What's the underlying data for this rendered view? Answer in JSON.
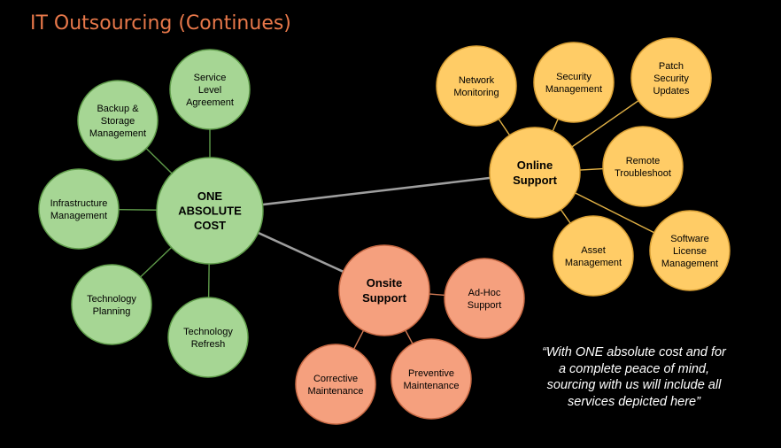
{
  "title": "IT Outsourcing (Continues)",
  "quote_lines": [
    "“With ONE absolute cost and for",
    "a complete peace of mind,",
    "sourcing with us will include all",
    "services depicted here”"
  ],
  "colors": {
    "green_fill": "#a6d694",
    "green_stroke": "#5f9c4a",
    "orange_fill": "#ffcc66",
    "orange_stroke": "#d9a035",
    "salmon_fill": "#f5a07e",
    "salmon_stroke": "#c86a45",
    "title": "#e8784a"
  },
  "nodes": {
    "one_cost": {
      "lines": [
        "ONE",
        "ABSOLUTE",
        "COST"
      ],
      "group": "green"
    },
    "service_level": {
      "lines": [
        "Service",
        "Level",
        "Agreement"
      ],
      "group": "green"
    },
    "backup": {
      "lines": [
        "Backup &",
        "Storage",
        "Management"
      ],
      "group": "green"
    },
    "infrastructure": {
      "lines": [
        "Infrastructure",
        "Management"
      ],
      "group": "green"
    },
    "tech_planning": {
      "lines": [
        "Technology",
        "Planning"
      ],
      "group": "green"
    },
    "tech_refresh": {
      "lines": [
        "Technology",
        "Refresh"
      ],
      "group": "green"
    },
    "online": {
      "lines": [
        "Online",
        "Support"
      ],
      "group": "orange"
    },
    "network": {
      "lines": [
        "Network",
        "Monitoring"
      ],
      "group": "orange"
    },
    "security": {
      "lines": [
        "Security",
        "Management"
      ],
      "group": "orange"
    },
    "patch": {
      "lines": [
        "Patch",
        "Security",
        "Updates"
      ],
      "group": "orange"
    },
    "remote": {
      "lines": [
        "Remote",
        "Troubleshoot"
      ],
      "group": "orange"
    },
    "software": {
      "lines": [
        "Software",
        "License",
        "Management"
      ],
      "group": "orange"
    },
    "asset": {
      "lines": [
        "Asset",
        "Management"
      ],
      "group": "orange"
    },
    "onsite": {
      "lines": [
        "Onsite",
        "Support"
      ],
      "group": "salmon"
    },
    "adhoc": {
      "lines": [
        "Ad-Hoc",
        "Support"
      ],
      "group": "salmon"
    },
    "corrective": {
      "lines": [
        "Corrective",
        "Maintenance"
      ],
      "group": "salmon"
    },
    "preventive": {
      "lines": [
        "Preventive",
        "Maintenance"
      ],
      "group": "salmon"
    }
  },
  "edges": [
    [
      "one_cost",
      "service_level"
    ],
    [
      "one_cost",
      "backup"
    ],
    [
      "one_cost",
      "infrastructure"
    ],
    [
      "one_cost",
      "tech_planning"
    ],
    [
      "one_cost",
      "tech_refresh"
    ],
    [
      "one_cost",
      "online"
    ],
    [
      "one_cost",
      "onsite"
    ],
    [
      "online",
      "network"
    ],
    [
      "online",
      "security"
    ],
    [
      "online",
      "patch"
    ],
    [
      "online",
      "remote"
    ],
    [
      "online",
      "software"
    ],
    [
      "online",
      "asset"
    ],
    [
      "onsite",
      "adhoc"
    ],
    [
      "onsite",
      "corrective"
    ],
    [
      "onsite",
      "preventive"
    ]
  ]
}
